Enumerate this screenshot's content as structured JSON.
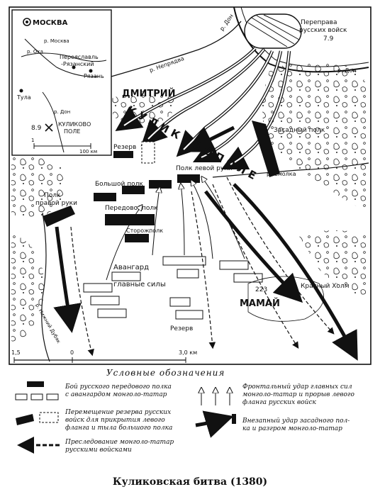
{
  "title": "Куликовская битва (1380)",
  "inset": {
    "moskva": "МОСКВА",
    "pereyaslavl": "Переяславль\n-Рязанский",
    "ryazan": "Рязань",
    "tula": "Тула",
    "river_moskva": "р. Москва",
    "river_oka": "р. Ока",
    "river_don": "р. Дон",
    "date": "8.9",
    "kulikovo": "КУЛИКОВО\nПОЛЕ",
    "scale_1": "1",
    "scale_100": "100 км"
  },
  "map": {
    "crossing": "Переправа\nрусских войск",
    "crossing_date": "7.9",
    "river_don_1": "р. Дон",
    "river_don_2": "р. Дон",
    "river_nepryadva": "р. Непрядва",
    "river_smolka": "р. Смолка",
    "river_nizhny": "р. Нижний Дубяк",
    "dmitry": "ДМИТРИЙ",
    "kulikovo_field": "К У Л И К О В О   П О Л Е",
    "ambush": "Засадный полк",
    "reserve_ru": "Резерв",
    "right_hand": "Полк\nправой руки",
    "big_regiment": "Большой полк",
    "left_hand": "Полк левой руки",
    "forward": "Передовой\nполк",
    "guard": "Сторож.\nполк",
    "vanguard": "Авангард",
    "main_forces": "главные силы",
    "reserve_mg": "Резерв",
    "mamai": "МАМАЙ",
    "height": "223",
    "red_hill": "Красный Холм",
    "scale_left": "1,5",
    "scale_zero": "0",
    "scale_right": "3,0 км"
  },
  "legend": {
    "heading": "Условные обозначения",
    "item1": "Бой русского передового полка\nс авангардом монголо-татар",
    "item2": "Перемещение резерва русских\nвойск для прикрытия левого\nфланга и тыла большого полка",
    "item3": "Преследование монголо-татар\nрусскими войсками",
    "item4": "Фронтальный удар главных сил\nмонголо-татар и прорыв левого\nфланга русских войск",
    "item5": "Внезапный удар засадного пол-\nка и разгром монголо-татар"
  }
}
